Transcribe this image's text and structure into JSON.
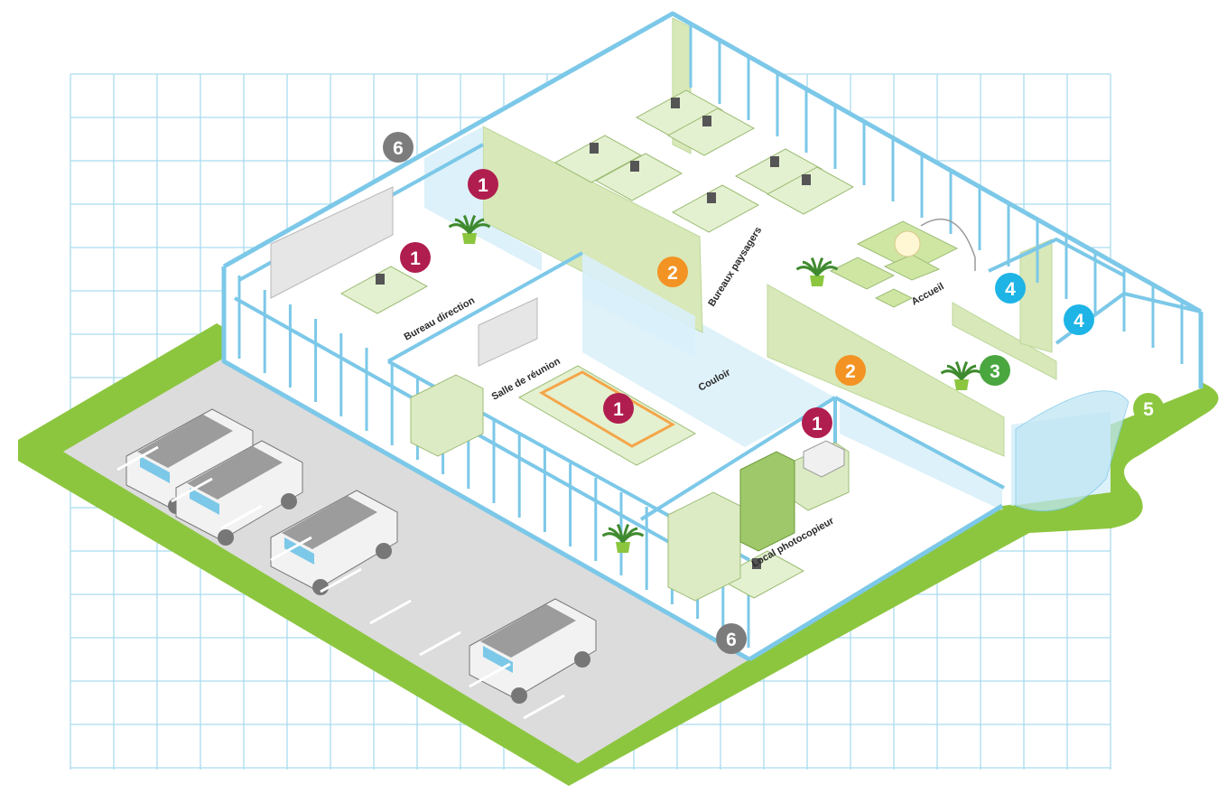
{
  "colors": {
    "grid": "#a9dcef",
    "lawn": "#8cc63f",
    "parking": "#dcdcdc",
    "floor": "#ffffff",
    "glass_frame": "#7cc8e8",
    "glass_fill": "#d9f0f9",
    "accent_wall": "#d8e8b8",
    "marker_security": "#b01e4f",
    "marker_partition": "#f39323",
    "marker_plant": "#4aa63f",
    "marker_sanitary": "#1eb4e6",
    "marker_entrance": "#8cc63f",
    "marker_facade": "#7c7c7c"
  },
  "rooms": {
    "bureau_direction": "Bureau direction",
    "salle_reunion": "Salle de réunion",
    "couloir": "Couloir",
    "bureaux_paysagers": "Bureaux paysagers",
    "accueil": "Accueil",
    "local_photocopieur": "Local photocopieur"
  },
  "markers": {
    "m1": "1",
    "m2": "2",
    "m3": "3",
    "m4": "4",
    "m5": "5",
    "m6": "6"
  }
}
